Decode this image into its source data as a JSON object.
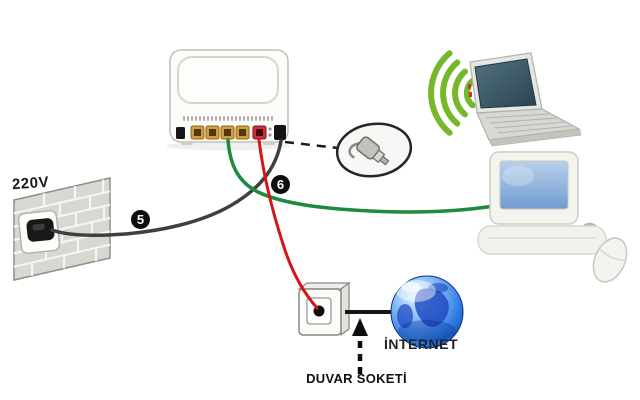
{
  "diagram": {
    "background": "#ffffff",
    "labels": {
      "voltage": "220V",
      "internet": "İNTERNET",
      "wall_socket": "DUVAR SOKETİ"
    },
    "step_badges": [
      {
        "number": "5"
      },
      {
        "number": "6"
      }
    ],
    "nodes": [
      {
        "id": "wall-outlet",
        "icon": "brick-wall-power-outlet-icon",
        "label": "220V"
      },
      {
        "id": "modem",
        "icon": "modem-router-rear-icon",
        "ports": [
          "phone-port",
          "lan-port-1",
          "lan-port-2",
          "lan-port-3",
          "lan-port-4",
          "dsl-port-red",
          "power-port"
        ]
      },
      {
        "id": "power-plug-callout",
        "icon": "power-plug-icon"
      },
      {
        "id": "laptop",
        "icon": "laptop-icon"
      },
      {
        "id": "wifi",
        "icon": "wifi-signal-icon"
      },
      {
        "id": "desktop",
        "icon": "desktop-computer-icon"
      },
      {
        "id": "mouse",
        "icon": "mouse-icon"
      },
      {
        "id": "wall-socket",
        "icon": "telephone-wall-socket-icon",
        "label": "DUVAR SOKETİ"
      },
      {
        "id": "internet",
        "icon": "globe-icon",
        "label": "İNTERNET"
      }
    ],
    "connections": [
      {
        "from": "wall-outlet",
        "to": "modem",
        "style": "solid-cable",
        "color": "#3f3f3f",
        "badge": "5"
      },
      {
        "from": "modem",
        "to": "desktop",
        "style": "solid-cable",
        "color": "#1d8a3e",
        "badge": "6"
      },
      {
        "from": "modem",
        "to": "wall-socket",
        "style": "solid-cable",
        "color": "#d41616"
      },
      {
        "from": "wall-socket",
        "to": "internet",
        "style": "solid-line",
        "color": "#151515"
      },
      {
        "from": "modem",
        "to": "power-plug-callout",
        "style": "dashed-line",
        "color": "#1a1a1a"
      },
      {
        "from": "modem",
        "to": "laptop",
        "style": "wireless",
        "color": "#76b82a"
      }
    ],
    "colors": {
      "wifi_green": "#76b82a",
      "ethernet_green": "#1d8a3e",
      "dsl_red": "#d41616",
      "power_black": "#3f3f3f",
      "globe_blue": "#2e7ce2",
      "port_yellow": "#d79b3a",
      "port_red": "#c9303a",
      "laptop_screen": "#2b4350",
      "desktop_screen": "#6f9cd0"
    }
  }
}
